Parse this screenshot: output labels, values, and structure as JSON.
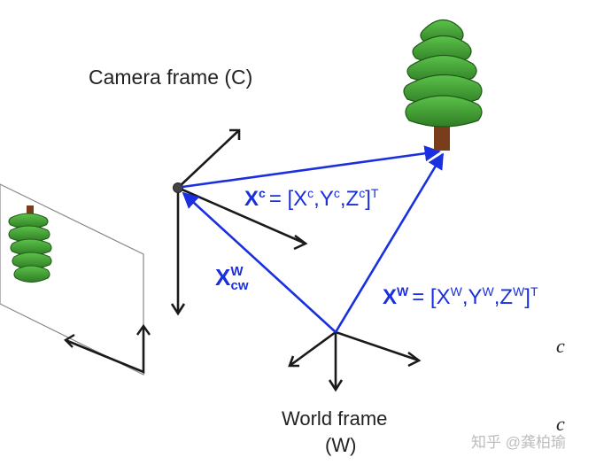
{
  "camera_frame_label": "Camera frame (C)",
  "world_frame_label_line1": "World frame",
  "world_frame_label_line2": "(W)",
  "eq_camera": {
    "lhs_base": "X",
    "lhs_sup": "c",
    "rhs_open": "= [X",
    "s1": "c",
    "sep1": ",Y",
    "s2": "c",
    "sep2": ",Z",
    "s3": "c",
    "close": "]",
    "transpose": "T"
  },
  "eq_world": {
    "lhs_base": "X",
    "lhs_sup": "W",
    "rhs_open": "= [X",
    "s1": "W",
    "sep1": ",Y",
    "s2": "W",
    "sep2": ",Z",
    "s3": "W",
    "close": "]",
    "transpose": "T"
  },
  "translation_label": {
    "base": "X",
    "sup": "W",
    "sub": "cw"
  },
  "side_glyph_1": "c",
  "side_glyph_2": "c",
  "watermark": "知乎 @龚柏瑜",
  "colors": {
    "accent_blue": "#1a2fe0",
    "axis_black": "#1a1a1a",
    "tree_green": "#3a9a2e",
    "tree_dark": "#1f5a17",
    "trunk": "#7a3d1c"
  }
}
